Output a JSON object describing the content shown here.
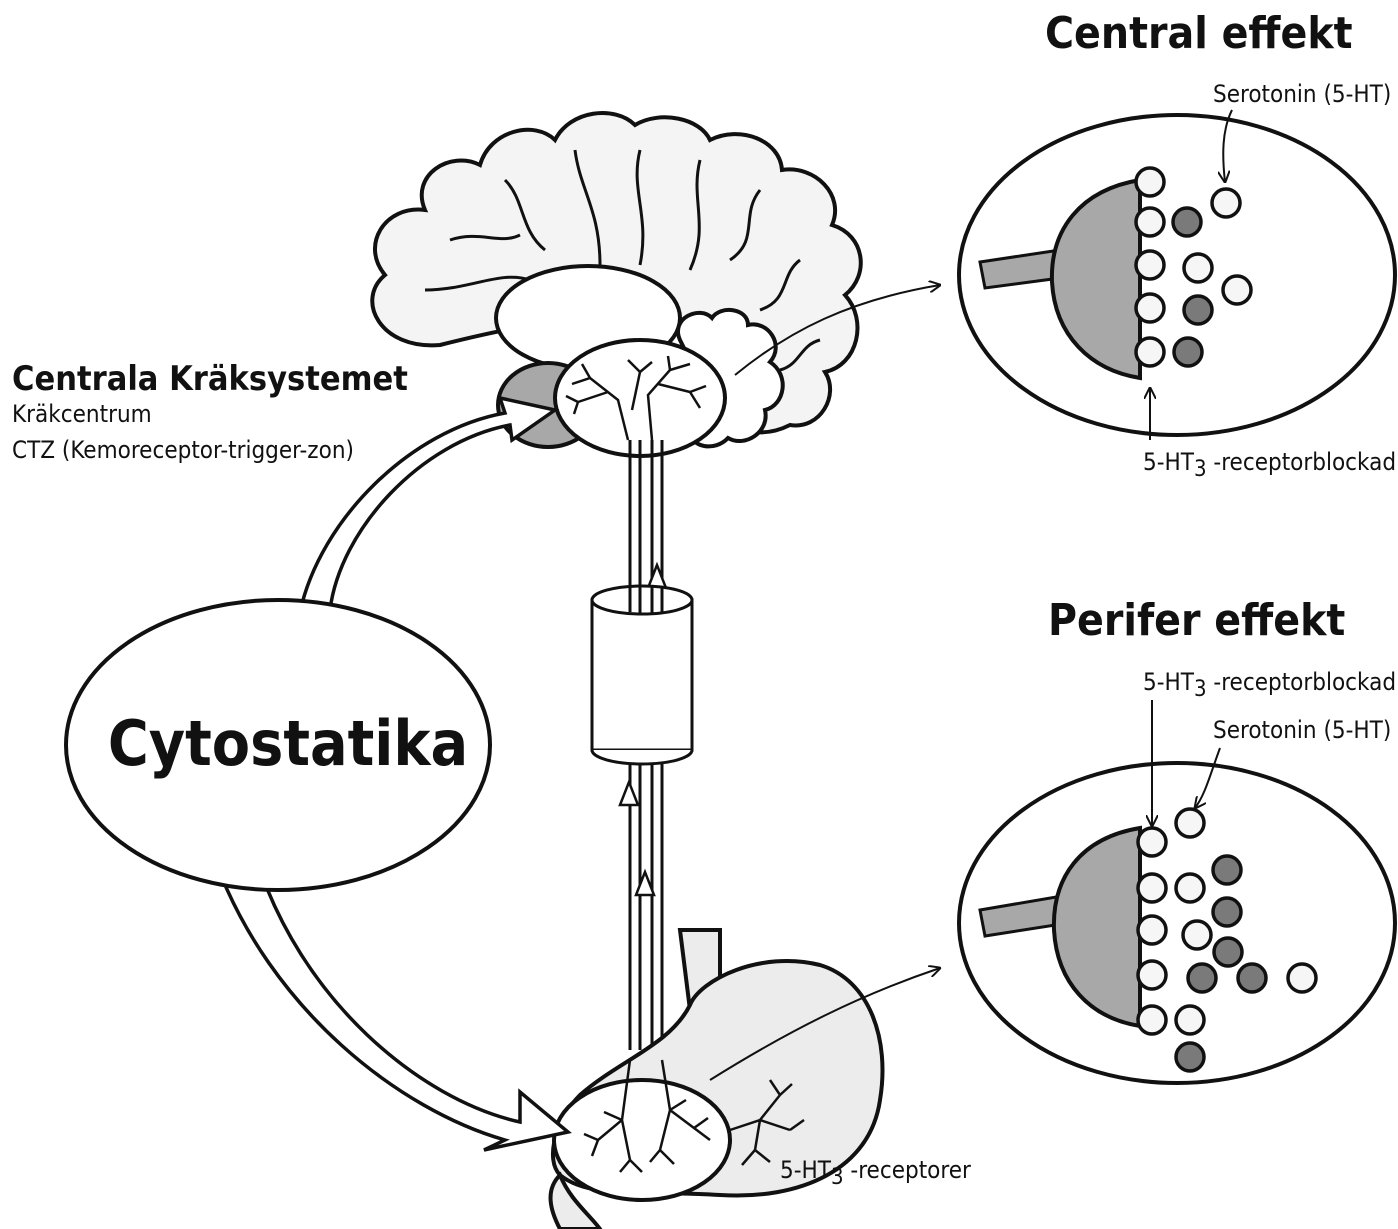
{
  "labels": {
    "central_title": "Central effekt",
    "central_serotonin": "Serotonin (5-HT)",
    "central_blockad_prefix": "5-HT",
    "central_blockad_sub": "3",
    "central_blockad_suffix": " -receptorblockad",
    "kraksystemet_title": "Centrala Kräksystemet",
    "krakcentrum": "Kräkcentrum",
    "ctz": "CTZ (Kemoreceptor-trigger-zon)",
    "cytostatika": "Cytostatika",
    "perifer_title": "Perifer effekt",
    "perifer_blockad_prefix": "5-HT",
    "perifer_blockad_sub": "3",
    "perifer_blockad_suffix": " -receptorblockad",
    "perifer_serotonin": "Serotonin (5-HT)",
    "receptorer_prefix": "5-HT",
    "receptorer_sub": "3",
    "receptorer_suffix": " -receptorer"
  },
  "colors": {
    "line": "#111111",
    "brain_fill": "#f4f4f4",
    "shaded_region": "#a8a8a8",
    "receptor_dark": "#7a7a7a",
    "vesicle_light": "#f6f6f6",
    "stomach_fill": "#ececec"
  }
}
